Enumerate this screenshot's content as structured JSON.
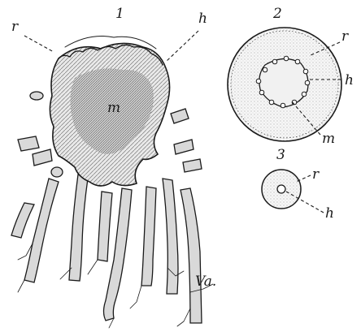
{
  "figures": [
    {
      "number": "1",
      "labels": {
        "r": "r",
        "h": "h",
        "m": "m",
        "va": "Va."
      }
    },
    {
      "number": "2",
      "labels": {
        "r": "r",
        "h": "h",
        "m": "m"
      }
    },
    {
      "number": "3",
      "labels": {
        "r": "r",
        "h": "h"
      }
    }
  ]
}
